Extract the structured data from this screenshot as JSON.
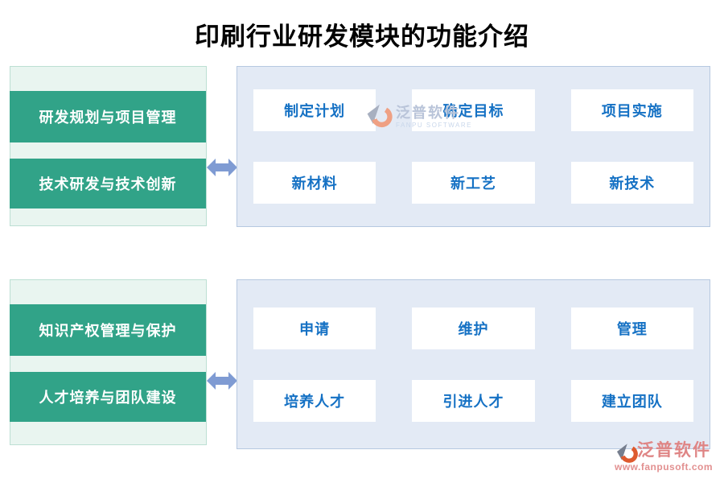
{
  "title": "印刷行业研发模块的功能介绍",
  "sections": [
    {
      "categories": [
        "研发规划与项目管理",
        "技术研发与技术创新"
      ],
      "items": [
        [
          "制定计划",
          "确定目标",
          "项目实施"
        ],
        [
          "新材料",
          "新工艺",
          "新技术"
        ]
      ]
    },
    {
      "categories": [
        "知识产权管理与保护",
        "人才培养与团队建设"
      ],
      "items": [
        [
          "申请",
          "维护",
          "管理"
        ],
        [
          "培养人才",
          "引进人才",
          "建立团队"
        ]
      ]
    }
  ],
  "watermark": {
    "brand": "泛普软件",
    "subtitle": "FANPU SOFTWARE"
  },
  "footer": {
    "brand": "泛普软件",
    "url": "www.fanpusoft.com"
  },
  "palette": {
    "category_green": "#31A388",
    "category_panel_bg": "#E9F5F0",
    "category_panel_border": "#BCDFD3",
    "detail_panel_bg": "#E3EAF5",
    "detail_panel_border": "#B6C8E0",
    "detail_text_blue": "#1571C4",
    "arrow_blue": "#7F9BD3",
    "brand_red": "#DF8585",
    "brand_orange": "#DE5A2E",
    "title_black": "#000000"
  }
}
